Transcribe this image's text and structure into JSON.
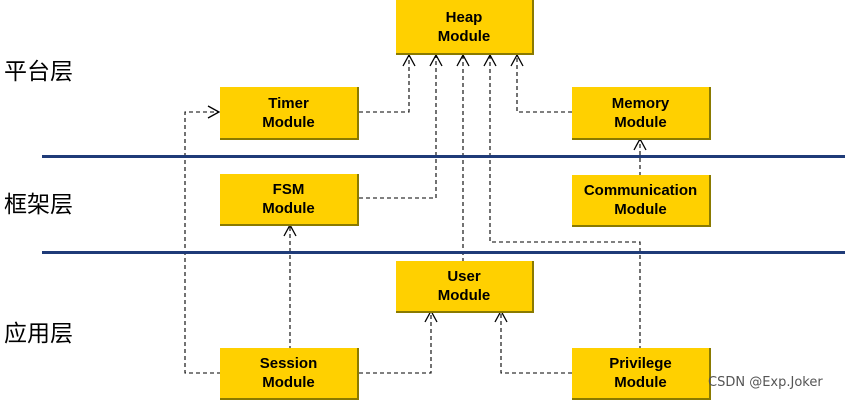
{
  "layers": {
    "platform": "平台层",
    "framework": "框架层",
    "application": "应用层"
  },
  "modules": {
    "heap": {
      "line1": "Heap",
      "line2": "Module"
    },
    "timer": {
      "line1": "Timer",
      "line2": "Module"
    },
    "memory": {
      "line1": "Memory",
      "line2": "Module"
    },
    "fsm": {
      "line1": "FSM",
      "line2": "Module"
    },
    "communication": {
      "line1": "Communication",
      "line2": "Module"
    },
    "user": {
      "line1": "User",
      "line2": "Module"
    },
    "session": {
      "line1": "Session",
      "line2": "Module"
    },
    "privilege": {
      "line1": "Privilege",
      "line2": "Module"
    }
  },
  "watermark": "CSDN @Exp.Joker",
  "colors": {
    "module_fill": "#FFD000",
    "divider": "#1F3B78",
    "connector": "#000000"
  }
}
